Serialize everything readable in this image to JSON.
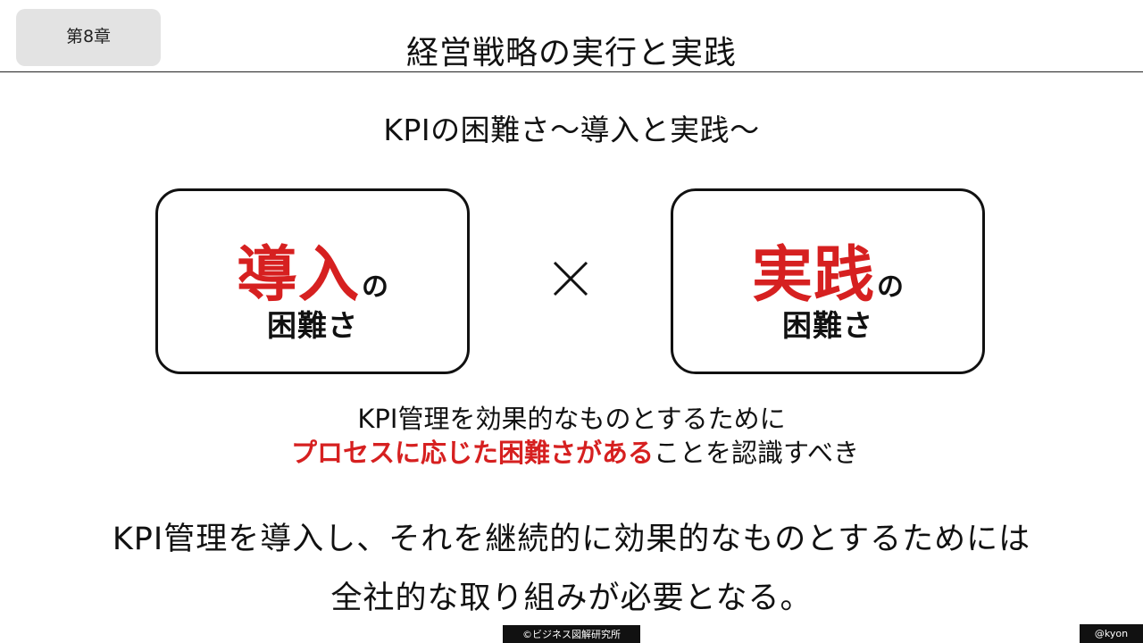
{
  "header": {
    "chapter": "第8章",
    "title": "経営戦略の実行と実践"
  },
  "slide": {
    "subtitle": "KPIの困難さ～導入と実践～",
    "left_box": {
      "main": "導入",
      "particle": "の",
      "sub": "困難さ"
    },
    "right_box": {
      "main": "実践",
      "particle": "の",
      "sub": "困難さ"
    },
    "operator_icon": "times-icon",
    "caption": {
      "line1": "KPI管理を効果的なものとするために",
      "line2_highlight": "プロセスに応じた困難さがある",
      "line2_rest": "ことを認識すべき"
    },
    "conclusion": {
      "line1": "KPI管理を導入し、それを継続的に効果的なものとするためには",
      "line2": "全社的な取り組みが必要となる。"
    }
  },
  "footer": {
    "credit": "©ビジネス図解研究所",
    "author": "@kyon"
  },
  "colors": {
    "accent": "#d62020",
    "text": "#111111",
    "chapter_tag_bg": "#e3e3e3"
  }
}
